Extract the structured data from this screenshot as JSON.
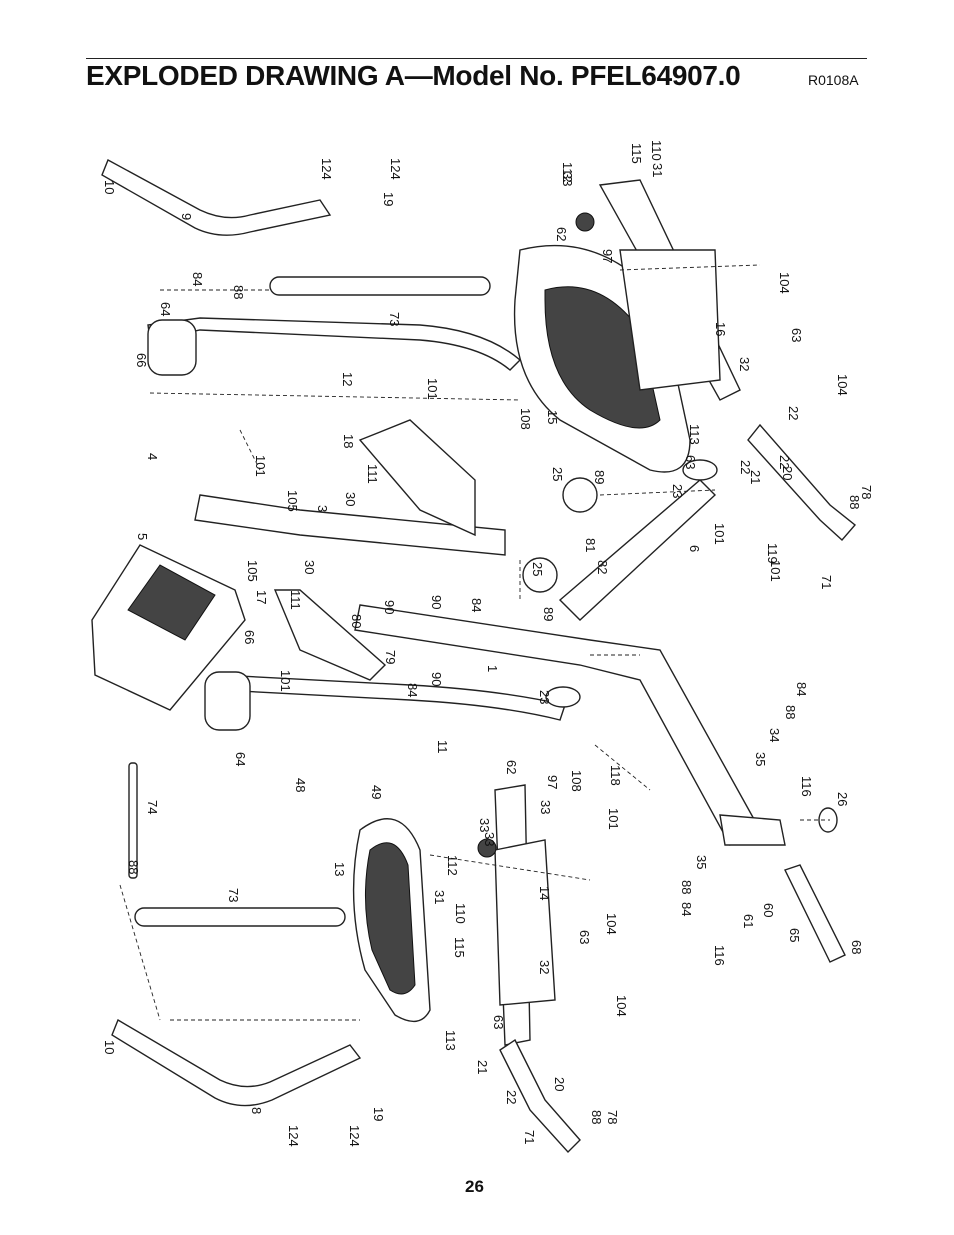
{
  "header": {
    "title": "EXPLODED DRAWING A—Model No. PFEL64907.0",
    "reference_code": "R0108A"
  },
  "page_number": "26",
  "part_labels": [
    "1",
    "3",
    "4",
    "5",
    "6",
    "8",
    "9",
    "10",
    "10",
    "11",
    "12",
    "13",
    "14",
    "15",
    "16",
    "17",
    "18",
    "19",
    "19",
    "20",
    "20",
    "21",
    "21",
    "22",
    "22",
    "22",
    "22",
    "23",
    "23",
    "25",
    "25",
    "26",
    "30",
    "30",
    "31",
    "31",
    "32",
    "32",
    "33",
    "33",
    "33",
    "33",
    "34",
    "35",
    "35",
    "48",
    "49",
    "60",
    "61",
    "62",
    "62",
    "63",
    "63",
    "63",
    "63",
    "64",
    "64",
    "65",
    "66",
    "66",
    "68",
    "71",
    "71",
    "73",
    "73",
    "74",
    "78",
    "78",
    "79",
    "80",
    "81",
    "82",
    "84",
    "84",
    "84",
    "84",
    "84",
    "88",
    "88",
    "88",
    "88",
    "88",
    "88",
    "89",
    "89",
    "90",
    "90",
    "90",
    "97",
    "97",
    "101",
    "101",
    "101",
    "101",
    "101",
    "101",
    "104",
    "104",
    "104",
    "104",
    "105",
    "105",
    "108",
    "108",
    "110",
    "110",
    "111",
    "111",
    "112",
    "112",
    "113",
    "113",
    "115",
    "115",
    "116",
    "116",
    "118",
    "119",
    "124",
    "124",
    "124",
    "124"
  ]
}
